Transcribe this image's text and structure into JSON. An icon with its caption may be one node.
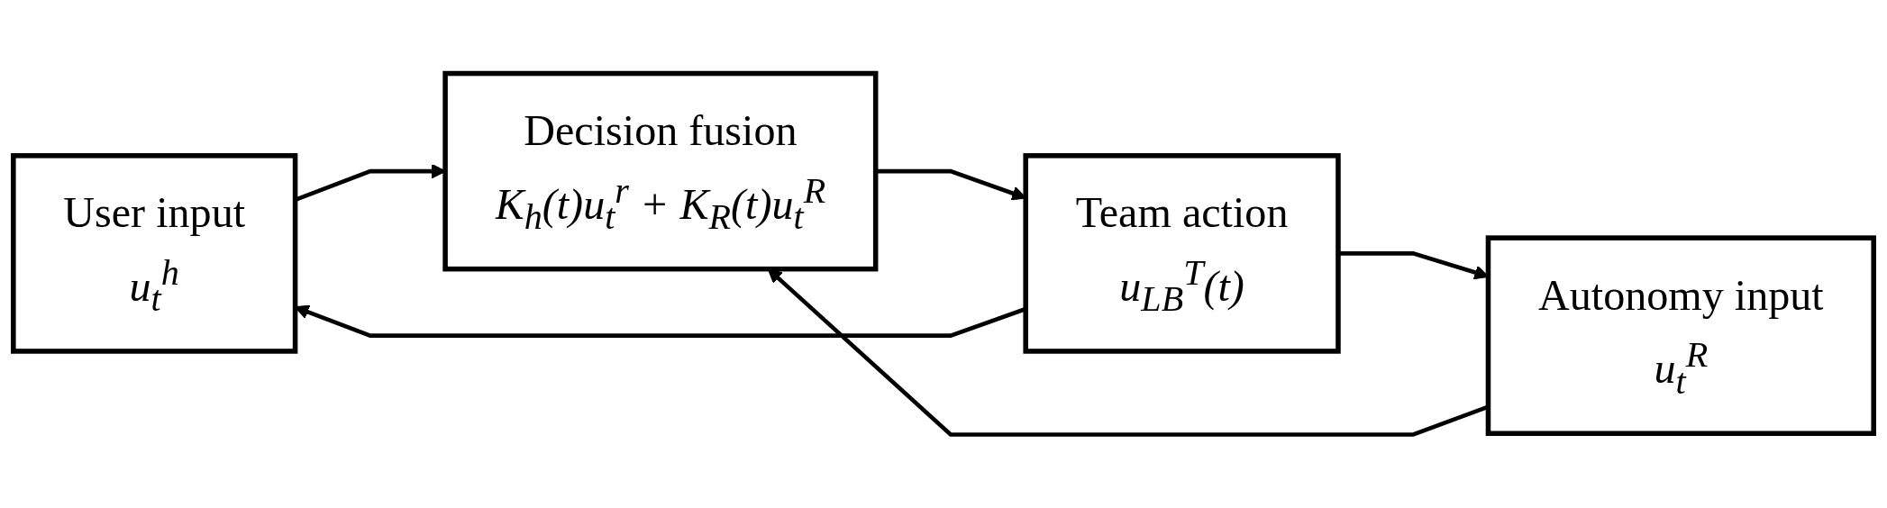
{
  "diagram": {
    "nodes": [
      {
        "text": [
          "User input",
          "u$_{t}$$^{h}$"
        ]
      },
      {
        "text": [
          "Autonomy input",
          "u$_{t}$$^{R}$"
        ]
      },
      {
        "text": [
          "Decision fusion",
          "K$_{h}$(t)u$_{t}$$^{r}$ + K$_{R}$(t)u$_{t}$$^{R}$"
        ]
      },
      {
        "text": [
          "Team action",
          "u$_{LB}$$^{T}$(t)"
        ]
      }
    ],
    "edges": [
      {
        "from": 0,
        "to": 2,
        "arrow": "to"
      },
      {
        "from": 1,
        "to": 2,
        "arrow": "to"
      },
      {
        "from": 2,
        "to": 3,
        "arrow": "to"
      },
      {
        "from": 3,
        "to": 0,
        "arrow": "to"
      },
      {
        "from": 3,
        "to": 1,
        "arrow": "to"
      }
    ]
  }
}
